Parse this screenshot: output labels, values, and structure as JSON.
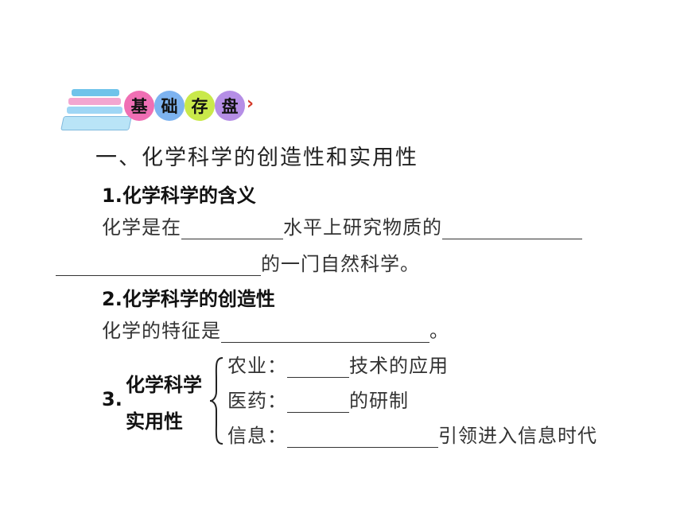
{
  "banner": {
    "chars": [
      "基",
      "础",
      "存",
      "盘"
    ],
    "colors": [
      "#f06fb4",
      "#7db3f0",
      "#c9e94a",
      "#b58ee6"
    ],
    "arrow_icon": "chevron-right-icon"
  },
  "section_title": "一、化学科学的创造性和实用性",
  "item1": {
    "heading": "1.化学科学的含义",
    "line1_a": "化学是在",
    "line1_b": "水平上研究物质的",
    "line2_end": "的一门自然科学。"
  },
  "item2": {
    "heading": "2.化学科学的创造性",
    "line_a": "化学的特征是",
    "line_end": "。"
  },
  "item3": {
    "number": "3.",
    "label_line1": "化学科学",
    "label_line2": "实用性",
    "rows": [
      {
        "prefix": "农业：",
        "suffix": "技术的应用"
      },
      {
        "prefix": "医药：",
        "suffix": "的研制"
      },
      {
        "prefix": "信息：",
        "suffix": "引领进入信息时代"
      }
    ]
  }
}
